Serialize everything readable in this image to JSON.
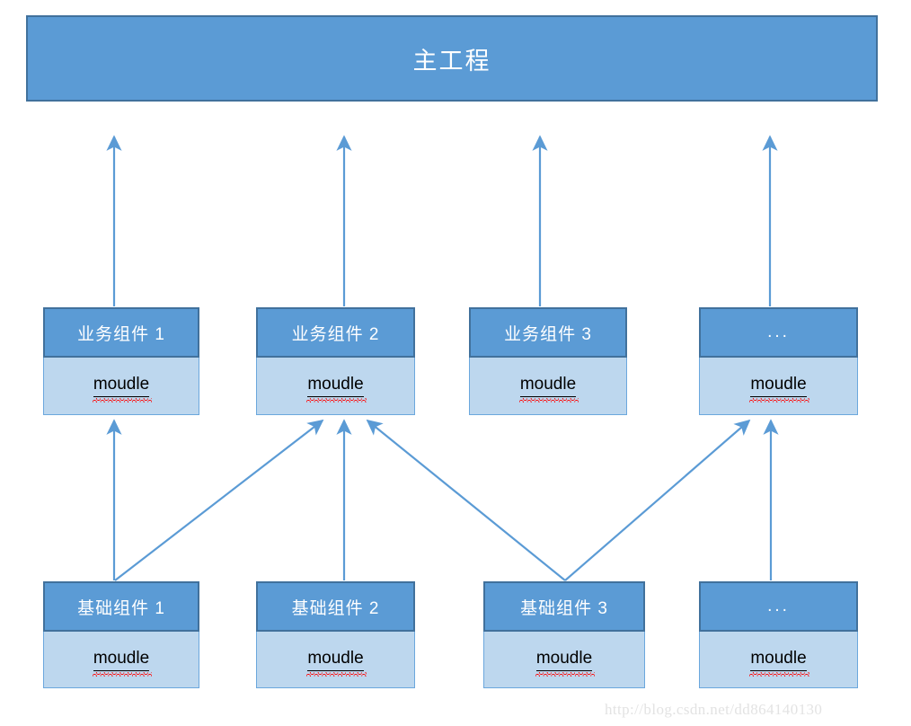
{
  "diagram": {
    "title": "主工程",
    "accent_color": "#5b9bd5",
    "accent_border_color": "#41719c",
    "body_color": "#bdd7ee",
    "arrow_color": "#5b9bd5",
    "module_label": "moudle",
    "ellipsis_label": "...",
    "business_components": [
      {
        "name": "业务组件 1",
        "module": "moudle"
      },
      {
        "name": "业务组件 2",
        "module": "moudle"
      },
      {
        "name": "业务组件 3",
        "module": "moudle"
      },
      {
        "name": "...",
        "module": "moudle"
      }
    ],
    "base_components": [
      {
        "name": "基础组件 1",
        "module": "moudle"
      },
      {
        "name": "基础组件 2",
        "module": "moudle"
      },
      {
        "name": "基础组件 3",
        "module": "moudle"
      },
      {
        "name": "...",
        "module": "moudle"
      }
    ],
    "connections": [
      {
        "from": "业务组件 1",
        "to": "主工程"
      },
      {
        "from": "业务组件 2",
        "to": "主工程"
      },
      {
        "from": "业务组件 3",
        "to": "主工程"
      },
      {
        "from": "...",
        "to": "主工程"
      },
      {
        "from": "基础组件 1",
        "to": "业务组件 1"
      },
      {
        "from": "基础组件 1",
        "to": "业务组件 2"
      },
      {
        "from": "基础组件 2",
        "to": "业务组件 2"
      },
      {
        "from": "基础组件 3",
        "to": "业务组件 2"
      },
      {
        "from": "基础组件 3",
        "to": "..."
      },
      {
        "from": "...",
        "to": "..."
      }
    ]
  },
  "watermark": {
    "text": "http://blog.csdn.net/dd864140130"
  }
}
